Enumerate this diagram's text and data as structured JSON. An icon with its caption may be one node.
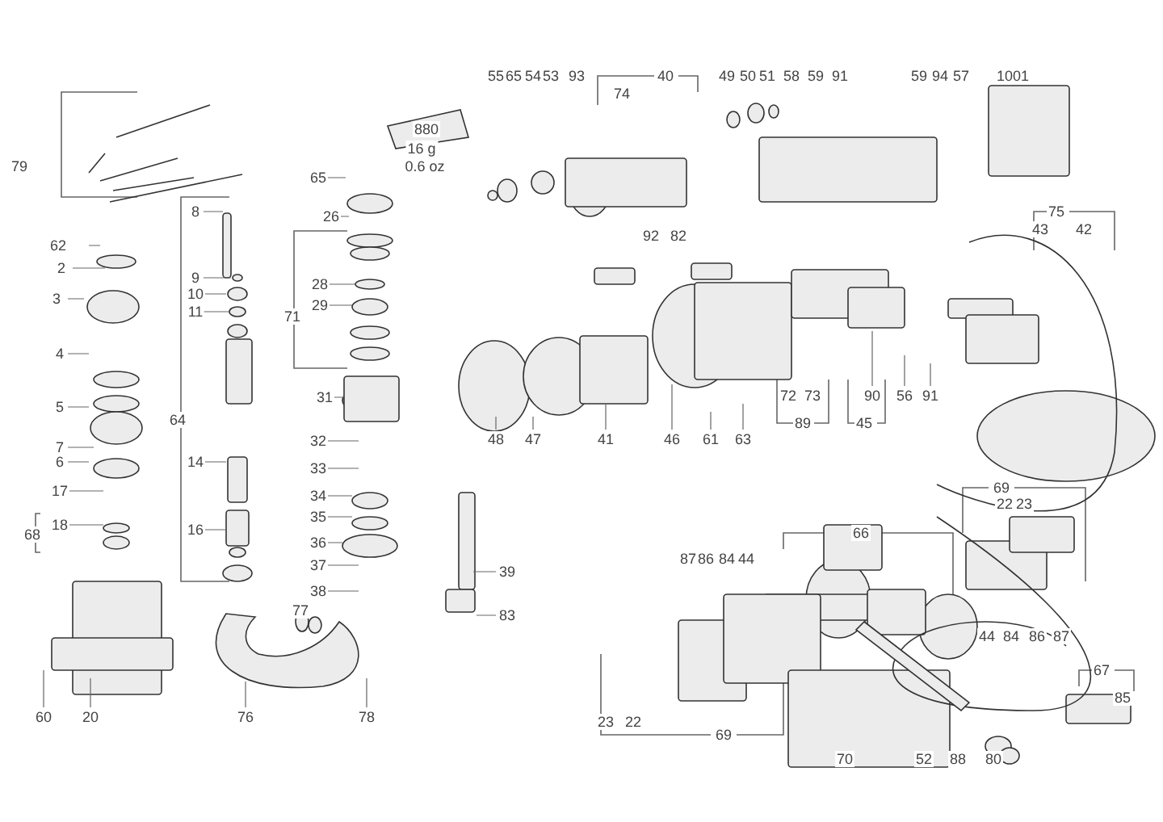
{
  "diagram": {
    "labels": [
      "55",
      "65",
      "54",
      "53",
      "93",
      "40",
      "74",
      "49",
      "50",
      "51",
      "58",
      "59",
      "91",
      "59",
      "94",
      "57",
      "1001",
      "79",
      "880",
      "16 g",
      "0.6 oz",
      "65",
      "8",
      "26",
      "62",
      "2",
      "9",
      "28",
      "3",
      "10",
      "29",
      "11",
      "71",
      "4",
      "31",
      "5",
      "64",
      "7",
      "6",
      "32",
      "75",
      "43",
      "42",
      "33",
      "17",
      "14",
      "34",
      "92",
      "82",
      "35",
      "18",
      "68",
      "16",
      "36",
      "37",
      "38",
      "39",
      "83",
      "77",
      "60",
      "20",
      "76",
      "78",
      "48",
      "47",
      "41",
      "46",
      "61",
      "63",
      "72",
      "73",
      "89",
      "90",
      "45",
      "56",
      "91",
      "69",
      "87",
      "86",
      "84",
      "44",
      "66",
      "22",
      "23",
      "44",
      "84",
      "86",
      "87",
      "67",
      "85",
      "23",
      "22",
      "69",
      "70",
      "52",
      "88",
      "80"
    ]
  }
}
